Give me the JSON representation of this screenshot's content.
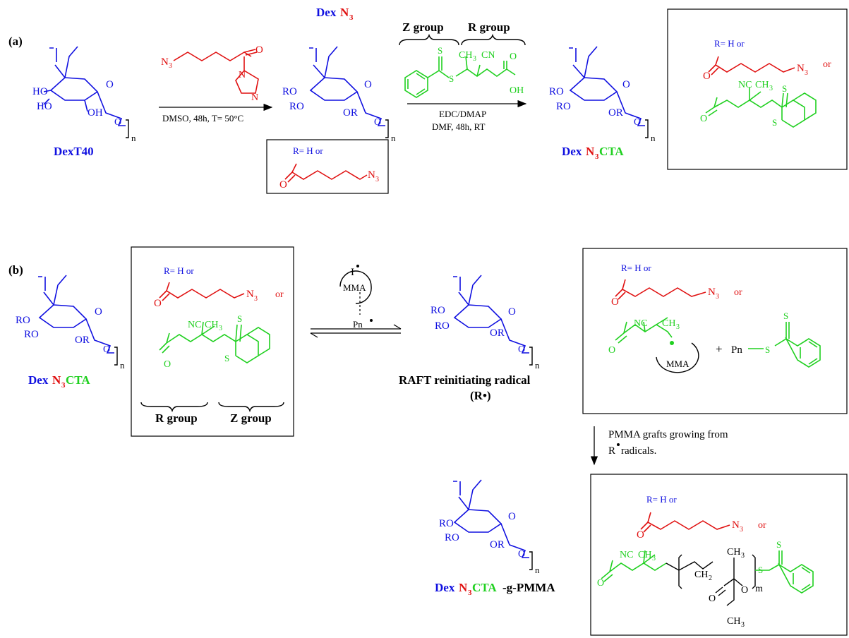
{
  "panel_a": {
    "label": "(a)",
    "dext40": {
      "name": "DexT40",
      "ho1": "HO",
      "ho2": "HO",
      "oh": "OH",
      "n": "n"
    },
    "reagent_imidazole": {
      "n3": "N",
      "n3sub": "3",
      "o": "O",
      "n1": "N",
      "n2": "N"
    },
    "conditions1": "DMSO, 48h, T= 50°C",
    "dexn3": {
      "name_dex": "Dex",
      "name_n": "N",
      "name_sub": "3",
      "ro1": "RO",
      "ro2": "RO",
      "or": "OR",
      "n": "n"
    },
    "box1": {
      "r_label": "R= H or",
      "o": "O",
      "n3": "N",
      "n3sub": "3"
    },
    "cta": {
      "z_group": "Z group",
      "r_group": "R group",
      "s_thio": "S",
      "s_link": "S",
      "ch3": "CH",
      "ch3sub": "3",
      "cn": "CN",
      "o": "O",
      "oh": "OH"
    },
    "conditions2_line1": "EDC/DMAP",
    "conditions2_line2": "DMF, 48h, RT",
    "dexn3cta": {
      "dex": "Dex",
      "n": "N",
      "sub": "3",
      "cta": "CTA",
      "ro1": "RO",
      "ro2": "RO",
      "or": "OR",
      "n_rep": "n"
    },
    "box2": {
      "r_label": "R= H or",
      "o": "O",
      "n3": "N",
      "n3sub": "3",
      "or_word": "or",
      "nc": "NC",
      "ch3": "CH",
      "ch3sub": "3",
      "s1": "S",
      "s2": "S",
      "o2": "O"
    }
  },
  "panel_b": {
    "label": "(b)",
    "dexn3cta": {
      "dex": "Dex",
      "n": "N",
      "sub": "3",
      "cta": "CTA",
      "ro1": "RO",
      "ro2": "RO",
      "or": "OR",
      "n_rep": "n"
    },
    "box3": {
      "r_label": "R= H or",
      "o": "O",
      "n3": "N",
      "n3sub": "3",
      "or_word": "or",
      "nc": "NC",
      "ch3": "CH",
      "ch3sub": "3",
      "s1": "S",
      "s2": "S",
      "o2": "O",
      "r_group": "R group",
      "z_group": "Z group"
    },
    "initiator": {
      "i": "I",
      "mma": "MMA",
      "pn": "Pn"
    },
    "raft_radical": {
      "ro1": "RO",
      "ro2": "RO",
      "or": "OR",
      "n": "n",
      "line1": "RAFT reinitiating radical",
      "line2": "(R•)"
    },
    "box4": {
      "r_label": "R= H or",
      "o": "O",
      "n3": "N",
      "n3sub": "3",
      "or_word": "or",
      "nc": "NC",
      "ch3": "CH",
      "ch3sub": "3",
      "o2": "O",
      "mma": "MMA",
      "plus": "+",
      "pn": "Pn",
      "s1": "S",
      "s2": "S"
    },
    "grafts_line1": "PMMA grafts growing from",
    "grafts_line2": "radicals.",
    "grafts_r": "R",
    "final": {
      "dex": "Dex",
      "n": "N",
      "sub": "3",
      "cta": "CTA",
      "suffix": "-g-PMMA",
      "ro1": "RO",
      "ro2": "RO",
      "or": "OR",
      "n_rep": "n"
    },
    "box5": {
      "r_label": "R= H or",
      "o": "O",
      "n3": "N",
      "n3sub": "3",
      "or_word": "or",
      "nc": "NC",
      "ch3a": "CH",
      "ch3asub": "3",
      "ch3b": "CH",
      "ch3bsub": "3",
      "ch2": "CH",
      "ch2sub": "2",
      "m": "m",
      "o2": "O",
      "o3": "O",
      "o4": "O",
      "s": "S",
      "s2": "S"
    }
  }
}
